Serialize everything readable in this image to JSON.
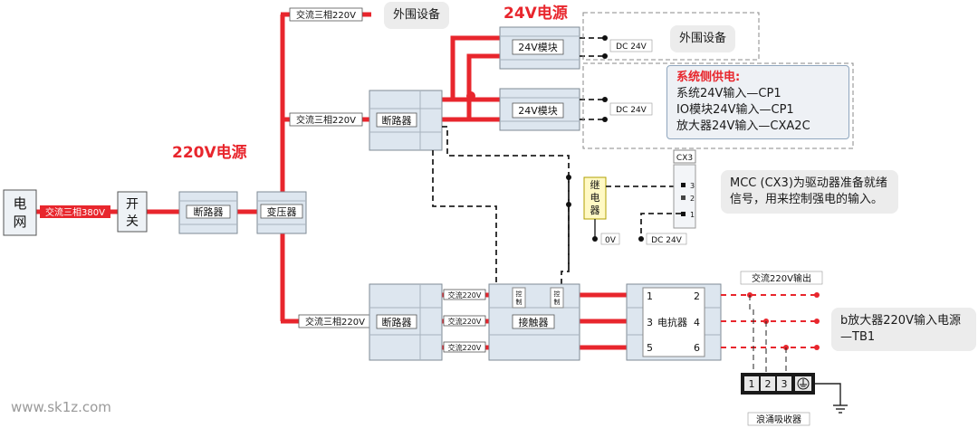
{
  "titles": {
    "v220": "220V电源",
    "v24": "24V电源"
  },
  "labels": {
    "grid": "电网",
    "ac380": "交流三相380V",
    "switch": "开关",
    "breaker": "断路器",
    "transformer": "变压器",
    "ac220_3phase": "交流三相220V",
    "ac220_short": "交流220V",
    "module24": "24V模块",
    "dc24": "DC 24V",
    "relay": "继电器",
    "zero_v": "0V",
    "cx3": "CX3",
    "cx3_pins": [
      "3",
      "2",
      "1"
    ],
    "ctrl": "控制",
    "contactor": "接触器",
    "reactor": "电抗器",
    "reactor_pins": [
      "1",
      "2",
      "3",
      "4",
      "5",
      "6"
    ],
    "ac220_output": "交流220V输出",
    "surge_absorber": "浪涌吸收器",
    "surge_pins": [
      "1",
      "2",
      "3"
    ]
  },
  "callouts": {
    "peripheral_top": "外围设备",
    "peripheral_mid": "外围设备",
    "system_title": "系统侧供电:",
    "system_lines": [
      "系统24V输入—CP1",
      "IO模块24V输入—CP1",
      "放大器24V输入—CXA2C"
    ],
    "mcc": "MCC (CX3)为驱动器准备就绪信号，用来控制强电的输入。",
    "amp": "b放大器220V输入电源—TB1"
  },
  "watermark": "www.sk1z.com",
  "colors": {
    "power_line": "#e8262d",
    "module_fill": "#dde6ef",
    "module_border": "#7f8b96",
    "relay_fill": "#fff9c4",
    "relay_border": "#b0a000",
    "surge_fill": "#1a1a1a"
  }
}
